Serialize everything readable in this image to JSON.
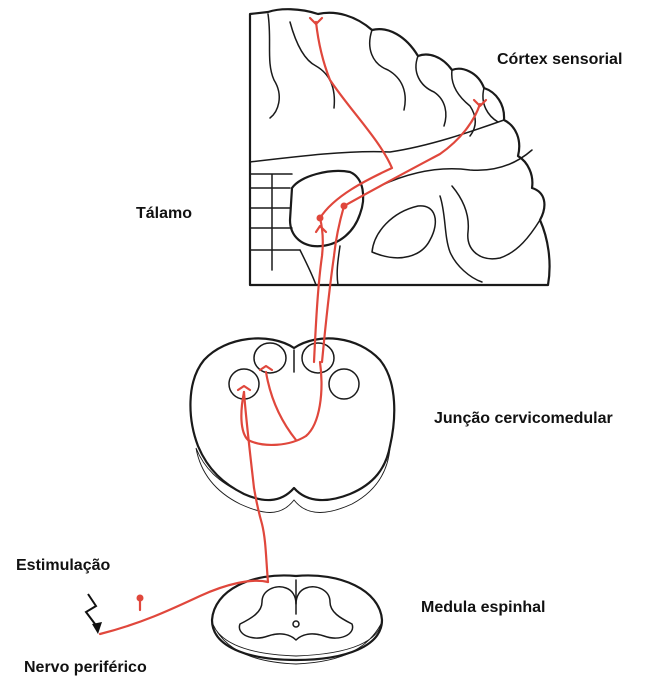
{
  "labels": {
    "cortex": "Córtex sensorial",
    "thalamus": "Tálamo",
    "junction": "Junção cervicomedular",
    "spinal_cord": "Medula espinhal",
    "stimulation": "Estimulação",
    "peripheral_nerve": "Nervo periférico"
  },
  "colors": {
    "pathway": "#e0473c",
    "outline": "#1a1a1a",
    "background": "#ffffff"
  }
}
